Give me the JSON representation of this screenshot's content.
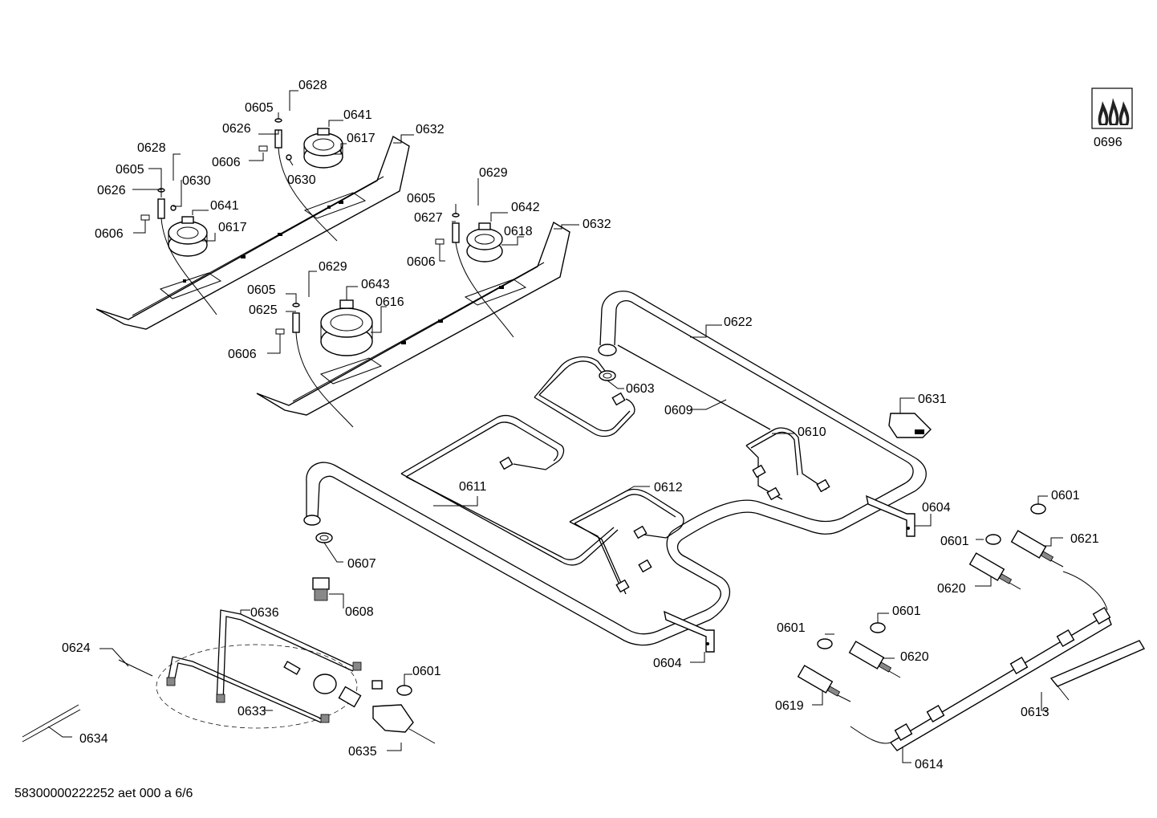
{
  "labels": [
    {
      "id": "l0628a",
      "text": "0628"
    },
    {
      "id": "l0605a",
      "text": "0605"
    },
    {
      "id": "l0641a",
      "text": "0641"
    },
    {
      "id": "l0626a",
      "text": "0626"
    },
    {
      "id": "l0617a",
      "text": "0617"
    },
    {
      "id": "l0632a",
      "text": "0632"
    },
    {
      "id": "l0606a",
      "text": "0606"
    },
    {
      "id": "l0630a",
      "text": "0630"
    },
    {
      "id": "l0628b",
      "text": "0628"
    },
    {
      "id": "l0605b",
      "text": "0605"
    },
    {
      "id": "l0630b",
      "text": "0630"
    },
    {
      "id": "l0626b",
      "text": "0626"
    },
    {
      "id": "l0641b",
      "text": "0641"
    },
    {
      "id": "l0617b",
      "text": "0617"
    },
    {
      "id": "l0606b",
      "text": "0606"
    },
    {
      "id": "l0629a",
      "text": "0629"
    },
    {
      "id": "l0605c",
      "text": "0605"
    },
    {
      "id": "l0642",
      "text": "0642"
    },
    {
      "id": "l0632b",
      "text": "0632"
    },
    {
      "id": "l0627",
      "text": "0627"
    },
    {
      "id": "l0618",
      "text": "0618"
    },
    {
      "id": "l0606c",
      "text": "0606"
    },
    {
      "id": "l0629b",
      "text": "0629"
    },
    {
      "id": "l0605d",
      "text": "0605"
    },
    {
      "id": "l0643",
      "text": "0643"
    },
    {
      "id": "l0616",
      "text": "0616"
    },
    {
      "id": "l0625",
      "text": "0625"
    },
    {
      "id": "l0606d",
      "text": "0606"
    },
    {
      "id": "l0622",
      "text": "0622"
    },
    {
      "id": "l0603",
      "text": "0603"
    },
    {
      "id": "l0609",
      "text": "0609"
    },
    {
      "id": "l0631",
      "text": "0631"
    },
    {
      "id": "l0610",
      "text": "0610"
    },
    {
      "id": "l0611",
      "text": "0611"
    },
    {
      "id": "l0612",
      "text": "0612"
    },
    {
      "id": "l0604a",
      "text": "0604"
    },
    {
      "id": "l0601a",
      "text": "0601"
    },
    {
      "id": "l0601b",
      "text": "0601"
    },
    {
      "id": "l0621",
      "text": "0621"
    },
    {
      "id": "l0620a",
      "text": "0620"
    },
    {
      "id": "l0607",
      "text": "0607"
    },
    {
      "id": "l0608",
      "text": "0608"
    },
    {
      "id": "l0636",
      "text": "0636"
    },
    {
      "id": "l0624",
      "text": "0624"
    },
    {
      "id": "l0601c",
      "text": "0601"
    },
    {
      "id": "l0601d",
      "text": "0601"
    },
    {
      "id": "l0620b",
      "text": "0620"
    },
    {
      "id": "l0604b",
      "text": "0604"
    },
    {
      "id": "l0601e",
      "text": "0601"
    },
    {
      "id": "l0633",
      "text": "0633"
    },
    {
      "id": "l0619",
      "text": "0619"
    },
    {
      "id": "l0613",
      "text": "0613"
    },
    {
      "id": "l0634",
      "text": "0634"
    },
    {
      "id": "l0635",
      "text": "0635"
    },
    {
      "id": "l0614",
      "text": "0614"
    },
    {
      "id": "l0696",
      "text": "0696"
    }
  ],
  "footer": {
    "code": "58300000222252 aet 000 a 6/6"
  },
  "icon": {
    "name": "gas-flame-icon"
  }
}
